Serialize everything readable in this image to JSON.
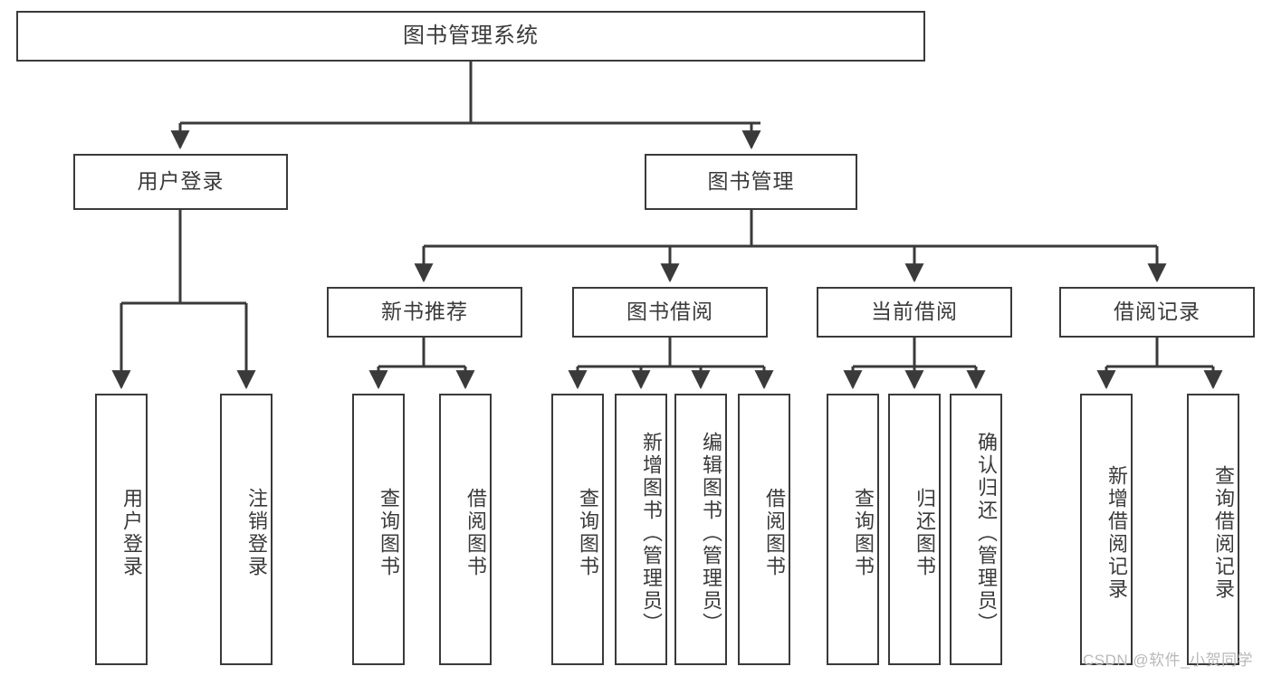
{
  "diagram": {
    "type": "tree",
    "title": "图书管理系统",
    "watermark": "CSDN @软件_小贺同学",
    "colors": {
      "stroke": "#3a3a3a",
      "fill": "#ffffff",
      "text": "#3a3a3a",
      "watermark": "#b9b9b9"
    },
    "root": {
      "label": "图书管理系统"
    },
    "level2": [
      {
        "label": "用户登录"
      },
      {
        "label": "图书管理"
      }
    ],
    "level3": [
      {
        "label": "新书推荐"
      },
      {
        "label": "图书借阅"
      },
      {
        "label": "当前借阅"
      },
      {
        "label": "借阅记录"
      }
    ],
    "leaves": {
      "user_login": [
        {
          "label": "用户登录"
        },
        {
          "label": "注销登录"
        }
      ],
      "new_book_recommend": [
        {
          "label": "查询图书"
        },
        {
          "label": "借阅图书"
        }
      ],
      "book_borrow": [
        {
          "label": "查询图书"
        },
        {
          "label": "新增图书（管理员）"
        },
        {
          "label": "编辑图书（管理员）"
        },
        {
          "label": "借阅图书"
        }
      ],
      "current_borrow": [
        {
          "label": "查询图书"
        },
        {
          "label": "归还图书"
        },
        {
          "label": "确认归还（管理员）"
        }
      ],
      "borrow_record": [
        {
          "label": "新增借阅记录"
        },
        {
          "label": "查询借阅记录"
        }
      ]
    }
  }
}
